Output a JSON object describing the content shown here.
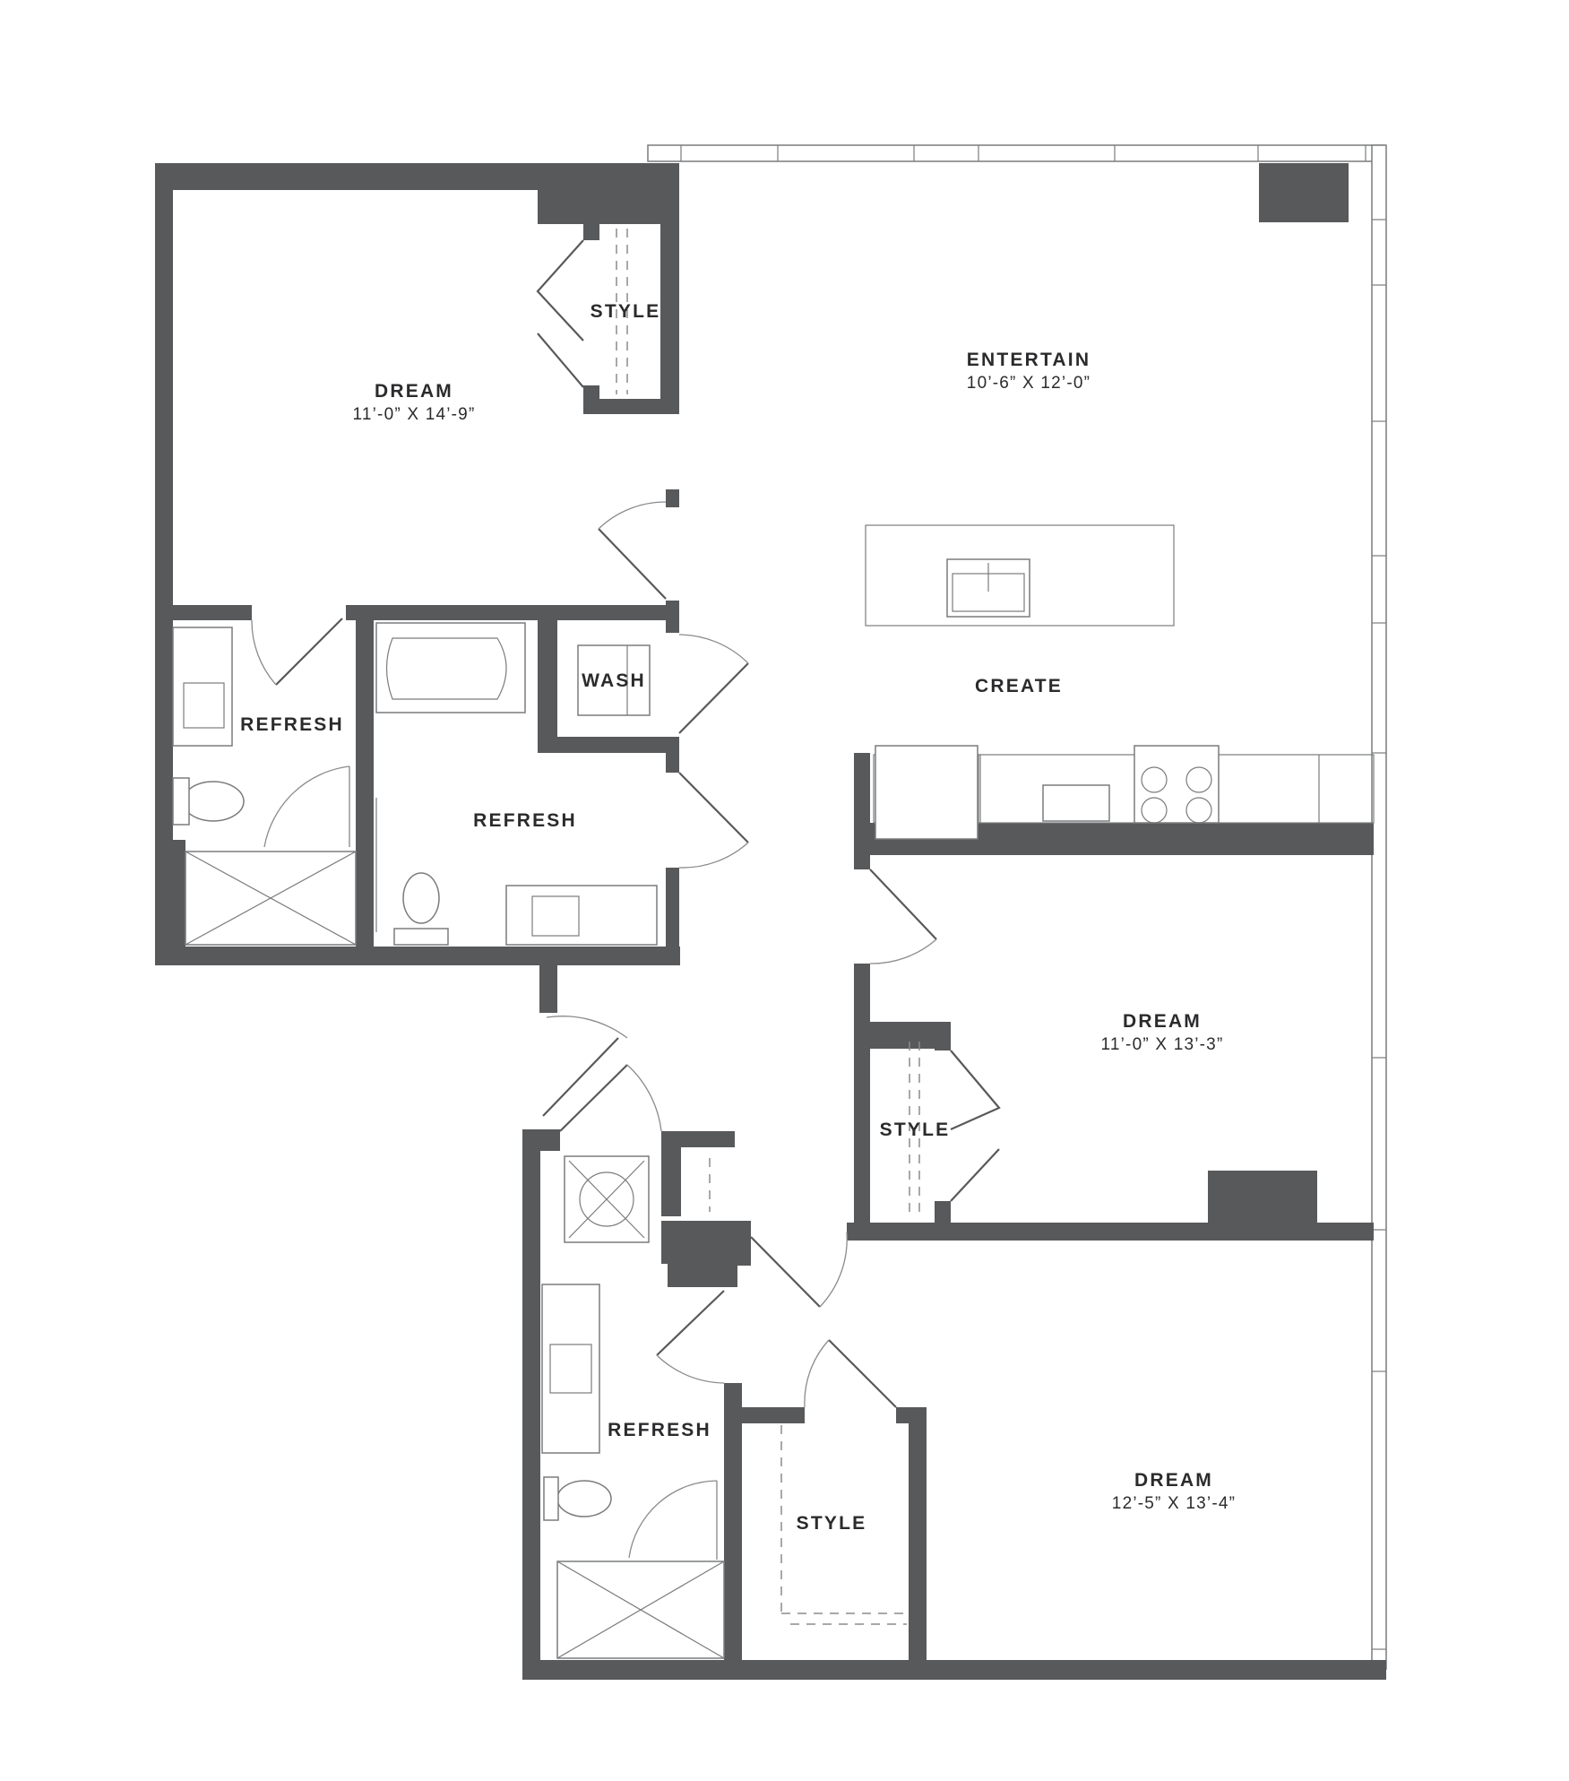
{
  "rooms": {
    "dream_1": {
      "name": "DREAM",
      "dimensions": "11’-0” X 14’-9”"
    },
    "style_1": {
      "name": "STYLE"
    },
    "entertain": {
      "name": "ENTERTAIN",
      "dimensions": "10’-6” X 12’-0”"
    },
    "create": {
      "name": "CREATE"
    },
    "wash": {
      "name": "WASH"
    },
    "refresh_1": {
      "name": "REFRESH"
    },
    "refresh_2": {
      "name": "REFRESH"
    },
    "dream_2": {
      "name": "DREAM",
      "dimensions": "11’-0” X 13’-3”"
    },
    "style_2": {
      "name": "STYLE"
    },
    "refresh_3": {
      "name": "REFRESH"
    },
    "style_3": {
      "name": "STYLE"
    },
    "dream_3": {
      "name": "DREAM",
      "dimensions": "12’-5” X 13’-4”"
    }
  },
  "colors": {
    "wall": "#58595b",
    "background": "#ffffff",
    "text": "#2b2b2d"
  }
}
